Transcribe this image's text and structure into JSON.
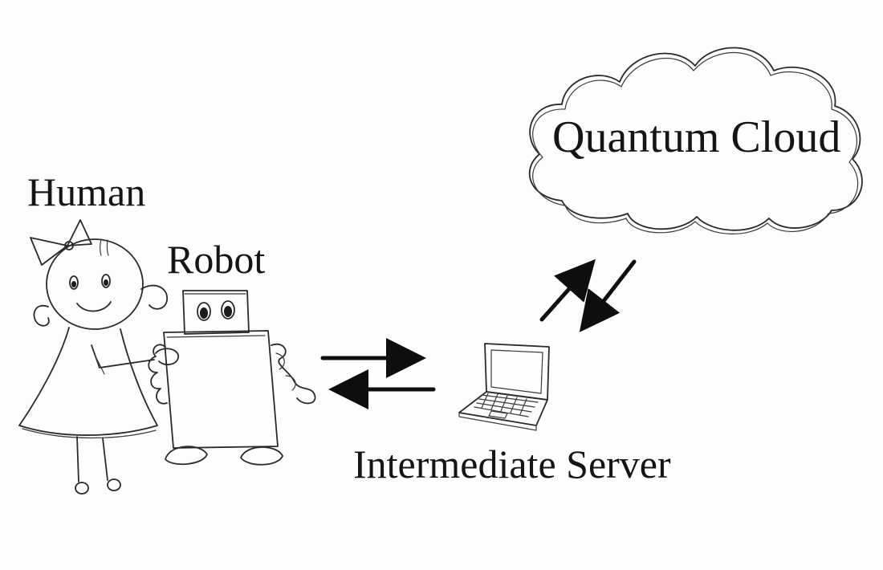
{
  "diagram": {
    "nodes": {
      "human": {
        "label": "Human",
        "icon": "girl-sketch-icon"
      },
      "robot": {
        "label": "Robot",
        "icon": "robot-sketch-icon"
      },
      "server": {
        "label": "Intermediate Server",
        "icon": "laptop-sketch-icon"
      },
      "cloud": {
        "label": "Quantum Cloud",
        "icon": "cloud-sketch-icon"
      }
    },
    "edges": [
      {
        "from": "robot",
        "to": "server",
        "style": "arrow"
      },
      {
        "from": "server",
        "to": "robot",
        "style": "arrow"
      },
      {
        "from": "server",
        "to": "cloud",
        "style": "arrow"
      },
      {
        "from": "cloud",
        "to": "server",
        "style": "arrow"
      }
    ],
    "colors": {
      "ink": "#1c1c1c",
      "background": "#fdfdfb"
    }
  }
}
